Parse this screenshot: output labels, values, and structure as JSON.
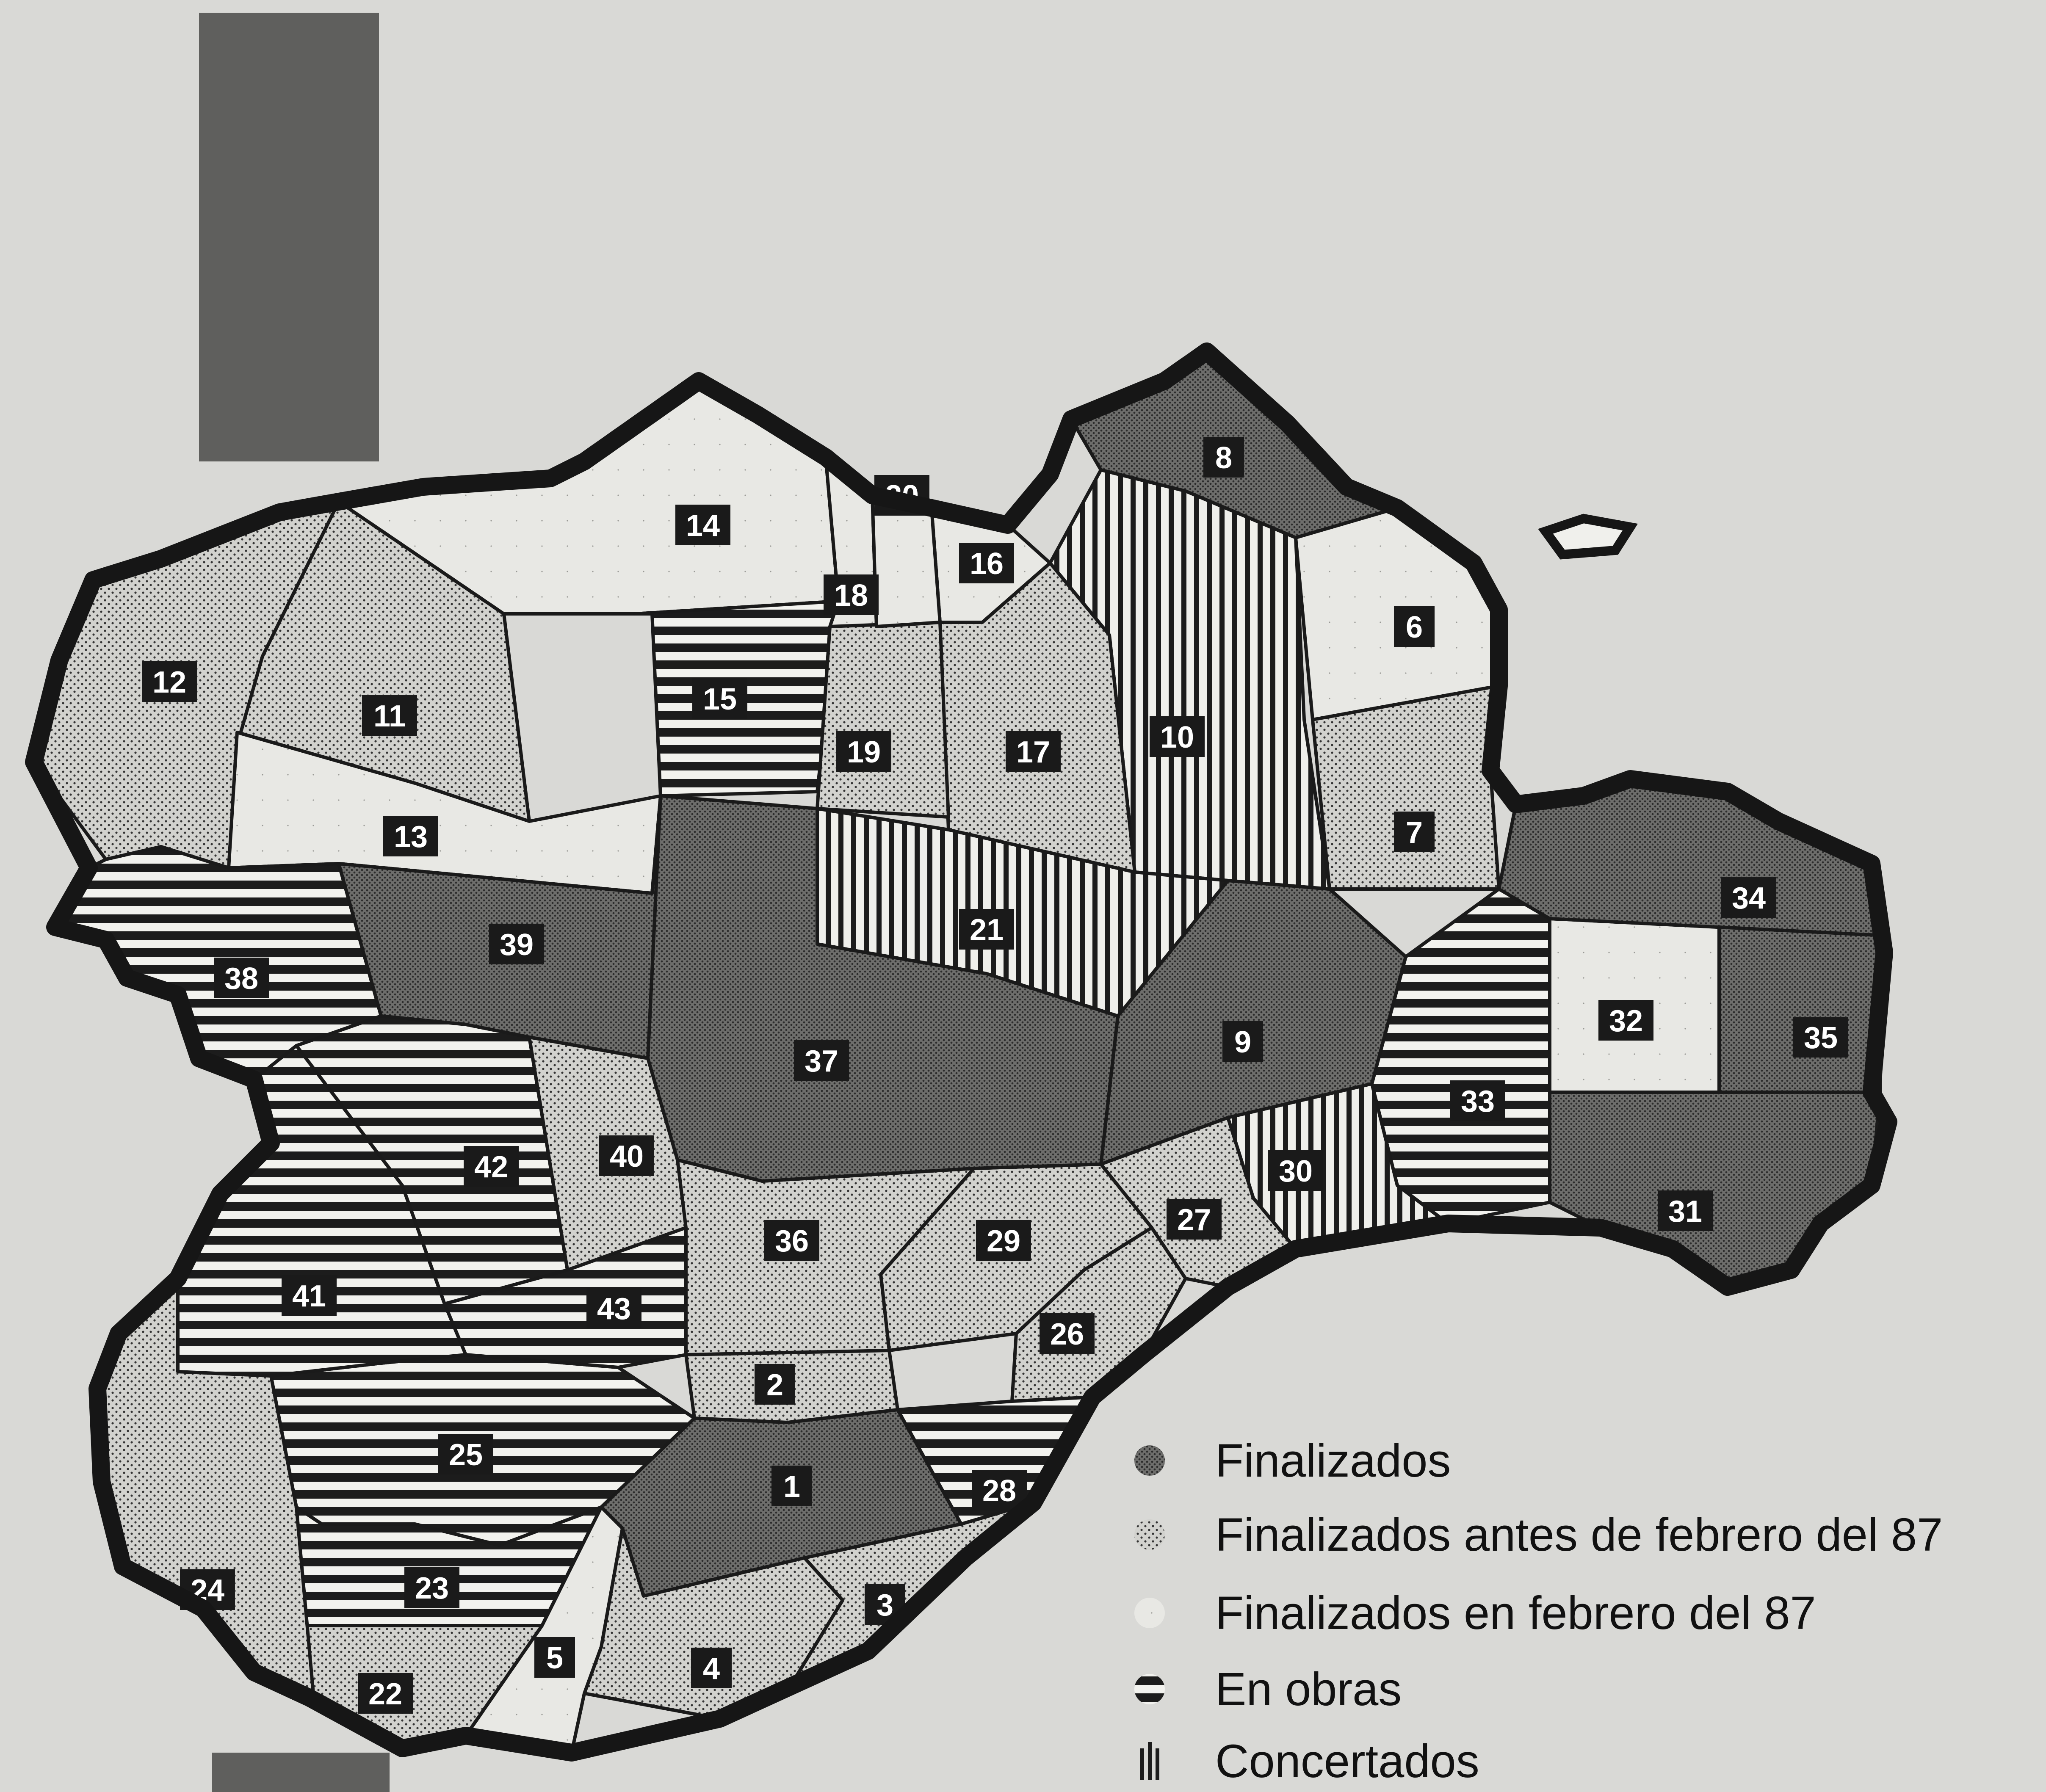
{
  "colors": {
    "background": "#d9d9d6",
    "finalizados": "#7c7c7a",
    "antes": "#cfcfcb",
    "febrero": "#e9e9e5",
    "obras": "#8e8e8b",
    "concertados": "#ecece8",
    "outline": "#161616",
    "label_bg": "#1a1a1a"
  },
  "legend": [
    {
      "label": "Finalizados",
      "style": "finalizados"
    },
    {
      "label": "Finalizados  antes de febrero del 87",
      "style": "antes"
    },
    {
      "label": "Finalizados  en febrero del 87",
      "style": "febrero"
    },
    {
      "label": "En obras",
      "style": "obras"
    },
    {
      "label": "Concertados",
      "style": "concertados"
    }
  ],
  "zones": [
    {
      "id": "1",
      "style": "finalizados"
    },
    {
      "id": "2",
      "style": "antes"
    },
    {
      "id": "3",
      "style": "antes"
    },
    {
      "id": "4",
      "style": "antes"
    },
    {
      "id": "5",
      "style": "febrero"
    },
    {
      "id": "6",
      "style": "febrero"
    },
    {
      "id": "7",
      "style": "antes"
    },
    {
      "id": "8",
      "style": "finalizados"
    },
    {
      "id": "9",
      "style": "finalizados"
    },
    {
      "id": "10",
      "style": "concertados"
    },
    {
      "id": "11",
      "style": "antes"
    },
    {
      "id": "12",
      "style": "antes"
    },
    {
      "id": "13",
      "style": "febrero"
    },
    {
      "id": "14",
      "style": "febrero"
    },
    {
      "id": "15",
      "style": "obras"
    },
    {
      "id": "16",
      "style": "febrero"
    },
    {
      "id": "17",
      "style": "antes"
    },
    {
      "id": "18",
      "style": "febrero"
    },
    {
      "id": "19",
      "style": "antes"
    },
    {
      "id": "20",
      "style": "febrero"
    },
    {
      "id": "21",
      "style": "concertados"
    },
    {
      "id": "22",
      "style": "antes"
    },
    {
      "id": "23",
      "style": "obras"
    },
    {
      "id": "24",
      "style": "antes"
    },
    {
      "id": "25",
      "style": "obras"
    },
    {
      "id": "26",
      "style": "antes"
    },
    {
      "id": "27",
      "style": "antes"
    },
    {
      "id": "28",
      "style": "obras"
    },
    {
      "id": "29",
      "style": "antes"
    },
    {
      "id": "30",
      "style": "concertados"
    },
    {
      "id": "31",
      "style": "finalizados"
    },
    {
      "id": "32",
      "style": "febrero"
    },
    {
      "id": "33",
      "style": "obras"
    },
    {
      "id": "34",
      "style": "finalizados"
    },
    {
      "id": "35",
      "style": "finalizados"
    },
    {
      "id": "36",
      "style": "antes"
    },
    {
      "id": "37",
      "style": "finalizados"
    },
    {
      "id": "38",
      "style": "obras"
    },
    {
      "id": "39",
      "style": "finalizados"
    },
    {
      "id": "40",
      "style": "antes"
    },
    {
      "id": "41",
      "style": "obras"
    },
    {
      "id": "42",
      "style": "obras"
    },
    {
      "id": "43",
      "style": "obras"
    }
  ]
}
